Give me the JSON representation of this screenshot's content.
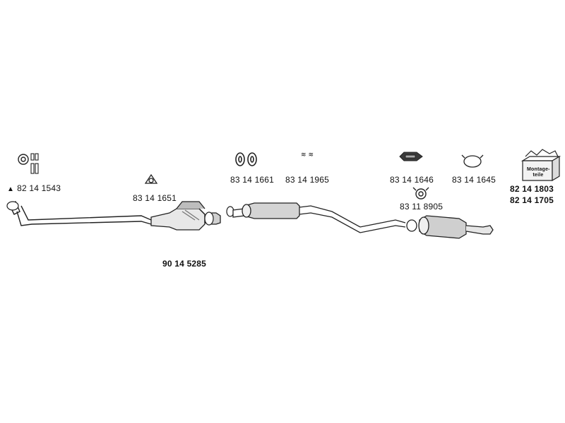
{
  "parts": {
    "gasket_kit_warning": "▲",
    "gasket_kit": "82 14 1543",
    "flange_gasket": "83 14 1651",
    "rubber_mount_a": "83 14 1661",
    "bolt_set_label": "83 14 1965",
    "bolt_set_glyph": "≋ ≋",
    "rubber_strip": "83 14 1646",
    "rubber_ring": "83 14 1645",
    "clamp": "83 11 8905",
    "mounting_kit_a": "82 14 1803",
    "mounting_kit_b": "82 14 1705",
    "mounting_kit_box_text": "Montage-teile",
    "complete_system": "90 14 5285"
  },
  "colors": {
    "line": "#222222",
    "fill": "#ffffff",
    "shade": "#9a9a9a",
    "dark": "#333333"
  }
}
